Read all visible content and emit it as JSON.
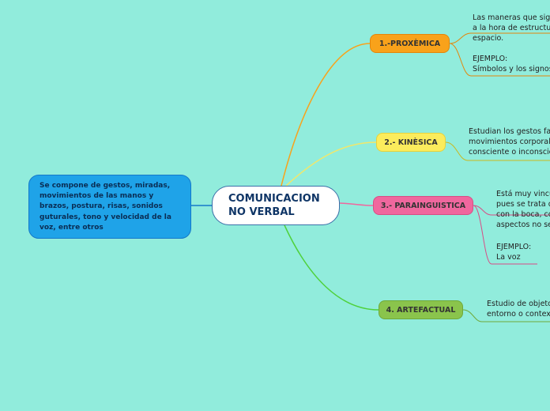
{
  "central": {
    "lines": [
      "COMUNICACION",
      "NO VERBAL"
    ]
  },
  "description": {
    "lines": [
      "Se compone de gestos, miradas,",
      "movimientos de las manos y",
      "brazos, postura, risas, sonidos",
      "guturales, tono y velocidad de la",
      "voz, entre otros"
    ]
  },
  "branches": [
    {
      "label": "1.-PROXÈMICA",
      "color": "#f9a21a",
      "notes": [
        {
          "lines": [
            "Las maneras que sigu",
            "a la hora de estructur",
            "espacio."
          ]
        },
        {
          "lines": [
            "EJEMPLO:",
            "Símbolos y los signos"
          ]
        }
      ]
    },
    {
      "label": "2.- KINÈSICA",
      "color": "#fbec5c",
      "notes": [
        {
          "lines": [
            "Estudian los gestos fac",
            "movimientos corporal",
            "consciente o inconscie"
          ]
        }
      ]
    },
    {
      "label": "3.- PARAINGUISTICA",
      "color": "#f0679e",
      "notes": [
        {
          "lines": [
            "Está muy vincu",
            "pues se trata d",
            "con la boca, co",
            "aspectos no se"
          ]
        },
        {
          "lines": [
            "EJEMPLO:",
            "La voz"
          ]
        }
      ]
    },
    {
      "label": "4. ARTEFACTUAL",
      "color": "#8ac44c",
      "notes": [
        {
          "lines": [
            "Estudio de objeto",
            "entorno o contex"
          ]
        }
      ]
    }
  ]
}
